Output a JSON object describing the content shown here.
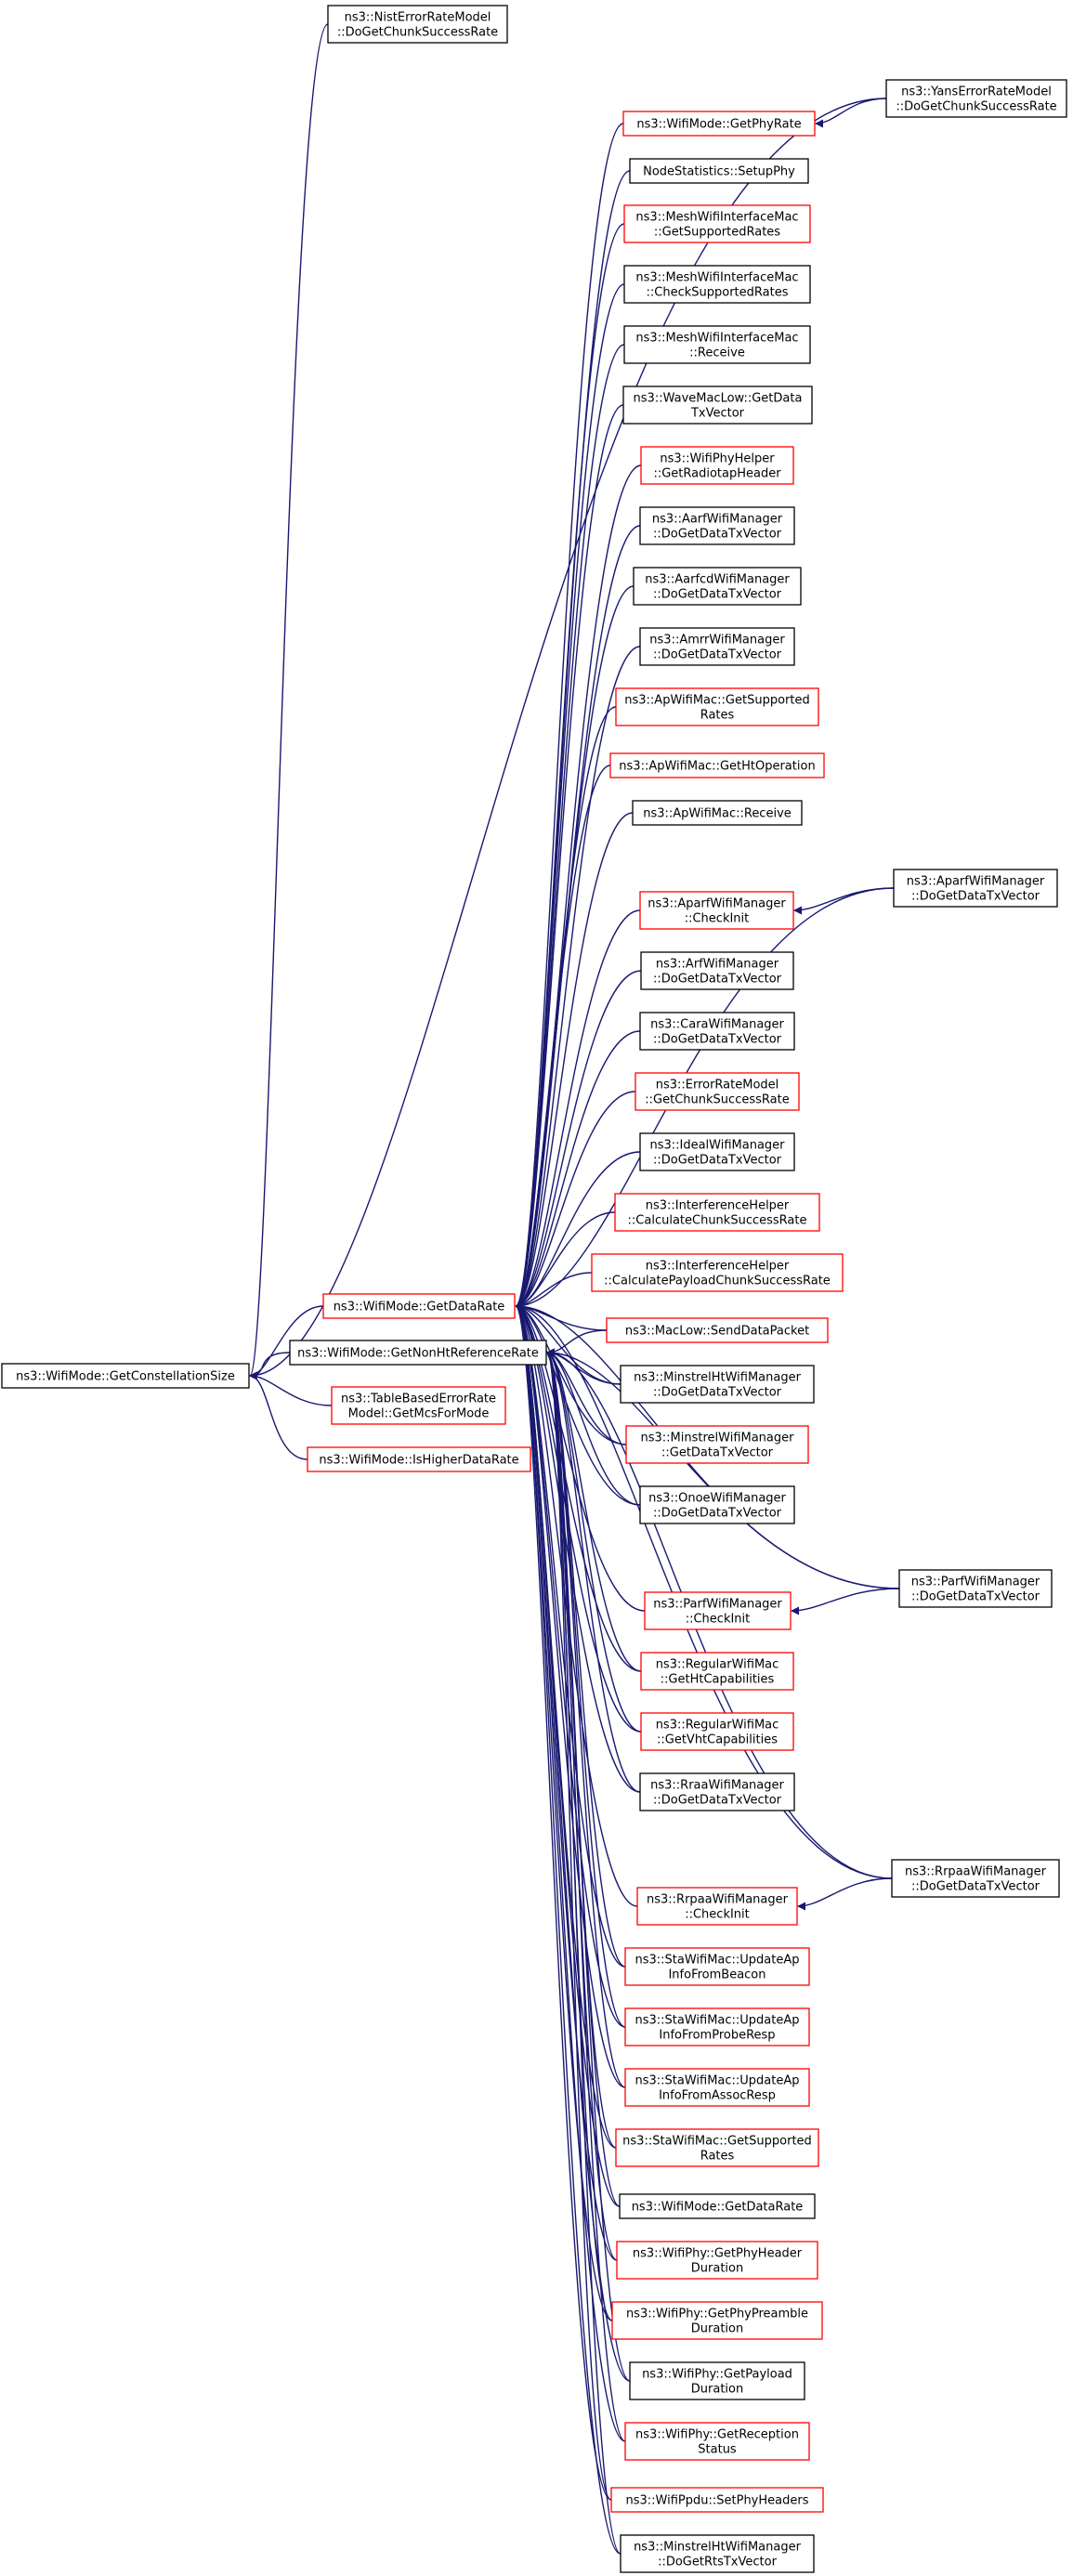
{
  "graph": {
    "title": "",
    "colors": {
      "edge": "#191970",
      "normal_border": "#000000",
      "red_border": "#ff0000",
      "root_fill": "#bfbfbf",
      "arrow": "#191970"
    },
    "nodes": [
      {
        "id": "root",
        "lines": [
          "ns3::WifiMode::GetConstellationSize"
        ],
        "style": "root"
      },
      {
        "id": "nist",
        "lines": [
          "ns3::NistErrorRateModel",
          "::DoGetChunkSuccessRate"
        ],
        "style": "black"
      },
      {
        "id": "yans",
        "lines": [
          "ns3::YansErrorRateModel",
          "::DoGetChunkSuccessRate"
        ],
        "style": "black"
      },
      {
        "id": "getphyrate",
        "lines": [
          "ns3::WifiMode::GetPhyRate"
        ],
        "style": "red"
      },
      {
        "id": "setupphy",
        "lines": [
          "NodeStatistics::SetupPhy"
        ],
        "style": "black"
      },
      {
        "id": "meshgetsup",
        "lines": [
          "ns3::MeshWifiInterfaceMac",
          "::GetSupportedRates"
        ],
        "style": "red"
      },
      {
        "id": "meshcheck",
        "lines": [
          "ns3::MeshWifiInterfaceMac",
          "::CheckSupportedRates"
        ],
        "style": "black"
      },
      {
        "id": "meshrecv",
        "lines": [
          "ns3::MeshWifiInterfaceMac",
          "::Receive"
        ],
        "style": "black"
      },
      {
        "id": "wavemac",
        "lines": [
          "ns3::WaveMacLow::GetData",
          "TxVector"
        ],
        "style": "black"
      },
      {
        "id": "wifiphyhelper",
        "lines": [
          "ns3::WifiPhyHelper",
          "::GetRadiotapHeader"
        ],
        "style": "red"
      },
      {
        "id": "aarf",
        "lines": [
          "ns3::AarfWifiManager",
          "::DoGetDataTxVector"
        ],
        "style": "black"
      },
      {
        "id": "aarfcd",
        "lines": [
          "ns3::AarfcdWifiManager",
          "::DoGetDataTxVector"
        ],
        "style": "black"
      },
      {
        "id": "amrr",
        "lines": [
          "ns3::AmrrWifiManager",
          "::DoGetDataTxVector"
        ],
        "style": "black"
      },
      {
        "id": "apgetsup",
        "lines": [
          "ns3::ApWifiMac::GetSupported",
          "Rates"
        ],
        "style": "red"
      },
      {
        "id": "apgetht",
        "lines": [
          "ns3::ApWifiMac::GetHtOperation"
        ],
        "style": "red"
      },
      {
        "id": "aprecv",
        "lines": [
          "ns3::ApWifiMac::Receive"
        ],
        "style": "black"
      },
      {
        "id": "aparfdo",
        "lines": [
          "ns3::AparfWifiManager",
          "::DoGetDataTxVector"
        ],
        "style": "black"
      },
      {
        "id": "aparfcheck",
        "lines": [
          "ns3::AparfWifiManager",
          "::CheckInit"
        ],
        "style": "red"
      },
      {
        "id": "arf",
        "lines": [
          "ns3::ArfWifiManager",
          "::DoGetDataTxVector"
        ],
        "style": "black"
      },
      {
        "id": "cara",
        "lines": [
          "ns3::CaraWifiManager",
          "::DoGetDataTxVector"
        ],
        "style": "black"
      },
      {
        "id": "errmodel",
        "lines": [
          "ns3::ErrorRateModel",
          "::GetChunkSuccessRate"
        ],
        "style": "red"
      },
      {
        "id": "ideal",
        "lines": [
          "ns3::IdealWifiManager",
          "::DoGetDataTxVector"
        ],
        "style": "black"
      },
      {
        "id": "intfchunk",
        "lines": [
          "ns3::InterferenceHelper",
          "::CalculateChunkSuccessRate"
        ],
        "style": "red"
      },
      {
        "id": "intfpayload",
        "lines": [
          "ns3::InterferenceHelper",
          "::CalculatePayloadChunkSuccessRate"
        ],
        "style": "red"
      },
      {
        "id": "getdatarate",
        "lines": [
          "ns3::WifiMode::GetDataRate"
        ],
        "style": "red"
      },
      {
        "id": "nonht",
        "lines": [
          "ns3::WifiMode::GetNonHtReferenceRate"
        ],
        "style": "black"
      },
      {
        "id": "tablebased",
        "lines": [
          "ns3::TableBasedErrorRate",
          "Model::GetMcsForMode"
        ],
        "style": "red"
      },
      {
        "id": "ishigher",
        "lines": [
          "ns3::WifiMode::IsHigherDataRate"
        ],
        "style": "red"
      },
      {
        "id": "maclow",
        "lines": [
          "ns3::MacLow::SendDataPacket"
        ],
        "style": "red"
      },
      {
        "id": "minstrelht",
        "lines": [
          "ns3::MinstrelHtWifiManager",
          "::DoGetDataTxVector"
        ],
        "style": "black"
      },
      {
        "id": "minstrel",
        "lines": [
          "ns3::MinstrelWifiManager",
          "::GetDataTxVector"
        ],
        "style": "red"
      },
      {
        "id": "onoe",
        "lines": [
          "ns3::OnoeWifiManager",
          "::DoGetDataTxVector"
        ],
        "style": "black"
      },
      {
        "id": "parfdo",
        "lines": [
          "ns3::ParfWifiManager",
          "::DoGetDataTxVector"
        ],
        "style": "black"
      },
      {
        "id": "parfcheck",
        "lines": [
          "ns3::ParfWifiManager",
          "::CheckInit"
        ],
        "style": "red"
      },
      {
        "id": "reght",
        "lines": [
          "ns3::RegularWifiMac",
          "::GetHtCapabilities"
        ],
        "style": "red"
      },
      {
        "id": "regvht",
        "lines": [
          "ns3::RegularWifiMac",
          "::GetVhtCapabilities"
        ],
        "style": "red"
      },
      {
        "id": "rraa",
        "lines": [
          "ns3::RraaWifiManager",
          "::DoGetDataTxVector"
        ],
        "style": "black"
      },
      {
        "id": "rrpaado",
        "lines": [
          "ns3::RrpaaWifiManager",
          "::DoGetDataTxVector"
        ],
        "style": "black"
      },
      {
        "id": "rrpaacheck",
        "lines": [
          "ns3::RrpaaWifiManager",
          "::CheckInit"
        ],
        "style": "red"
      },
      {
        "id": "stabeacon",
        "lines": [
          "ns3::StaWifiMac::UpdateAp",
          "InfoFromBeacon"
        ],
        "style": "red"
      },
      {
        "id": "staprobe",
        "lines": [
          "ns3::StaWifiMac::UpdateAp",
          "InfoFromProbeResp"
        ],
        "style": "red"
      },
      {
        "id": "staassoc",
        "lines": [
          "ns3::StaWifiMac::UpdateAp",
          "InfoFromAssocResp"
        ],
        "style": "red"
      },
      {
        "id": "stagetsup",
        "lines": [
          "ns3::StaWifiMac::GetSupported",
          "Rates"
        ],
        "style": "red"
      },
      {
        "id": "getdatarate2",
        "lines": [
          "ns3::WifiMode::GetDataRate"
        ],
        "style": "black"
      },
      {
        "id": "phyheader",
        "lines": [
          "ns3::WifiPhy::GetPhyHeader",
          "Duration"
        ],
        "style": "red"
      },
      {
        "id": "phypreamble",
        "lines": [
          "ns3::WifiPhy::GetPhyPreamble",
          "Duration"
        ],
        "style": "red"
      },
      {
        "id": "phypayload",
        "lines": [
          "ns3::WifiPhy::GetPayload",
          "Duration"
        ],
        "style": "black"
      },
      {
        "id": "phyreception",
        "lines": [
          "ns3::WifiPhy::GetReception",
          "Status"
        ],
        "style": "red"
      },
      {
        "id": "ppdu",
        "lines": [
          "ns3::WifiPpdu::SetPhyHeaders"
        ],
        "style": "red"
      },
      {
        "id": "minstrelrts",
        "lines": [
          "ns3::MinstrelHtWifiManager",
          "::DoGetRtsTxVector"
        ],
        "style": "black"
      }
    ],
    "edges": [
      [
        "nist",
        "root"
      ],
      [
        "yans",
        "root"
      ],
      [
        "getdatarate",
        "root"
      ],
      [
        "nonht",
        "root"
      ],
      [
        "tablebased",
        "root"
      ],
      [
        "ishigher",
        "root"
      ],
      [
        "yans",
        "getphyrate"
      ],
      [
        "aparfdo",
        "aparfcheck"
      ],
      [
        "parfdo",
        "parfcheck"
      ],
      [
        "rrpaado",
        "rrpaacheck"
      ],
      [
        "getphyrate",
        "getdatarate"
      ],
      [
        "setupphy",
        "getdatarate"
      ],
      [
        "meshgetsup",
        "getdatarate"
      ],
      [
        "meshcheck",
        "getdatarate"
      ],
      [
        "meshrecv",
        "getdatarate"
      ],
      [
        "wavemac",
        "getdatarate"
      ],
      [
        "wifiphyhelper",
        "getdatarate"
      ],
      [
        "aarf",
        "getdatarate"
      ],
      [
        "aarfcd",
        "getdatarate"
      ],
      [
        "amrr",
        "getdatarate"
      ],
      [
        "apgetsup",
        "getdatarate"
      ],
      [
        "apgetht",
        "getdatarate"
      ],
      [
        "aprecv",
        "getdatarate"
      ],
      [
        "aparfdo",
        "getdatarate"
      ],
      [
        "aparfcheck",
        "getdatarate"
      ],
      [
        "arf",
        "getdatarate"
      ],
      [
        "cara",
        "getdatarate"
      ],
      [
        "errmodel",
        "getdatarate"
      ],
      [
        "ideal",
        "getdatarate"
      ],
      [
        "intfchunk",
        "getdatarate"
      ],
      [
        "intfpayload",
        "getdatarate"
      ],
      [
        "maclow",
        "getdatarate"
      ],
      [
        "minstrelht",
        "getdatarate"
      ],
      [
        "minstrel",
        "getdatarate"
      ],
      [
        "onoe",
        "getdatarate"
      ],
      [
        "parfdo",
        "getdatarate"
      ],
      [
        "parfcheck",
        "getdatarate"
      ],
      [
        "reght",
        "getdatarate"
      ],
      [
        "regvht",
        "getdatarate"
      ],
      [
        "rraa",
        "getdatarate"
      ],
      [
        "rrpaado",
        "getdatarate"
      ],
      [
        "rrpaacheck",
        "getdatarate"
      ],
      [
        "stabeacon",
        "getdatarate"
      ],
      [
        "staprobe",
        "getdatarate"
      ],
      [
        "staassoc",
        "getdatarate"
      ],
      [
        "stagetsup",
        "getdatarate"
      ],
      [
        "getdatarate2",
        "getdatarate"
      ],
      [
        "phyheader",
        "getdatarate"
      ],
      [
        "phypreamble",
        "getdatarate"
      ],
      [
        "phypayload",
        "getdatarate"
      ],
      [
        "phyreception",
        "getdatarate"
      ],
      [
        "ppdu",
        "getdatarate"
      ],
      [
        "minstrelrts",
        "getdatarate"
      ],
      [
        "maclow",
        "nonht"
      ],
      [
        "minstrelht",
        "nonht"
      ],
      [
        "minstrel",
        "nonht"
      ],
      [
        "onoe",
        "nonht"
      ],
      [
        "parfdo",
        "nonht"
      ],
      [
        "reght",
        "nonht"
      ],
      [
        "regvht",
        "nonht"
      ],
      [
        "rraa",
        "nonht"
      ],
      [
        "rrpaado",
        "nonht"
      ],
      [
        "stabeacon",
        "nonht"
      ],
      [
        "staprobe",
        "nonht"
      ],
      [
        "staassoc",
        "nonht"
      ],
      [
        "stagetsup",
        "nonht"
      ],
      [
        "getdatarate2",
        "nonht"
      ],
      [
        "phyheader",
        "nonht"
      ],
      [
        "phypreamble",
        "nonht"
      ],
      [
        "phypayload",
        "nonht"
      ],
      [
        "phyreception",
        "nonht"
      ],
      [
        "ppdu",
        "nonht"
      ],
      [
        "minstrelrts",
        "nonht"
      ]
    ]
  }
}
